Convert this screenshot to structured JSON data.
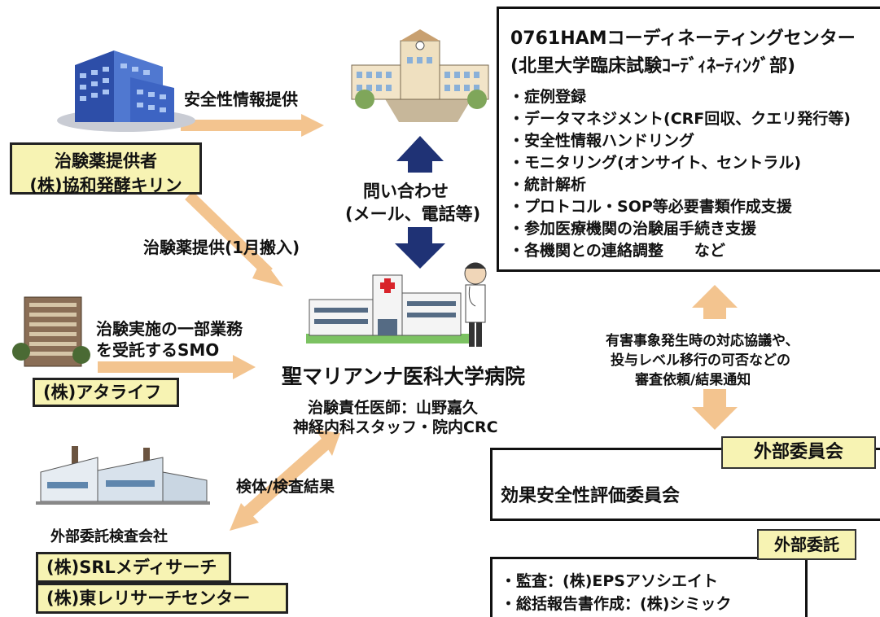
{
  "coordination_center": {
    "title_line1": "0761HAMコーディネーティングセンター",
    "title_line2": "(北里大学臨床試験ｺｰﾃﾞｨﾈｰﾃｨﾝｸﾞ部)",
    "services": [
      "症例登録",
      "データマネジメント(CRF回収、クエリ発行等)",
      "安全性情報ハンドリング",
      "モニタリング(オンサイト、セントラル)",
      "統計解析",
      "プロトコル・SOP等必要書類作成支援",
      "参加医療機関の治験届手続き支援",
      "各機関との連絡調整　　など"
    ]
  },
  "drug_supplier": {
    "label_line1": "治験薬提供者",
    "label_line2": "(株)協和発酵キリン"
  },
  "arrow_labels": {
    "safety_info": "安全性情報提供",
    "drug_supply": "治験薬提供(1月搬入)",
    "inquiry_line1": "問い合わせ",
    "inquiry_line2": "(メール、電話等)",
    "specimen": "検体/検査結果",
    "committee_line1": "有害事象発生時の対応協議や、",
    "committee_line2": "投与レベル移行の可否などの",
    "committee_line3": "審査依頼/結果通知"
  },
  "smo": {
    "desc_line1": "治験実施の一部業務",
    "desc_line2": "を受託するSMO",
    "company": "(株)アタライフ"
  },
  "hospital": {
    "name": "聖マリアンナ医科大学病院",
    "investigator": "治験責任医師：山野嘉久",
    "staff": "神経内科スタッフ・院内CRC"
  },
  "lab": {
    "label": "外部委託検査会社",
    "companies": [
      "(株)SRLメディサーチ",
      "(株)東レリサーチセンター"
    ]
  },
  "external_committee": {
    "tag": "外部委員会",
    "name": "効果安全性評価委員会"
  },
  "external_contract": {
    "tag": "外部委託",
    "items": [
      "監査：(株)EPSアソシエイト",
      "総括報告書作成：(株)シミック"
    ]
  },
  "colors": {
    "orange_arrow": "#f3c48f",
    "navy_arrow": "#1f3275",
    "yellow_box": "#f7f3b3"
  }
}
